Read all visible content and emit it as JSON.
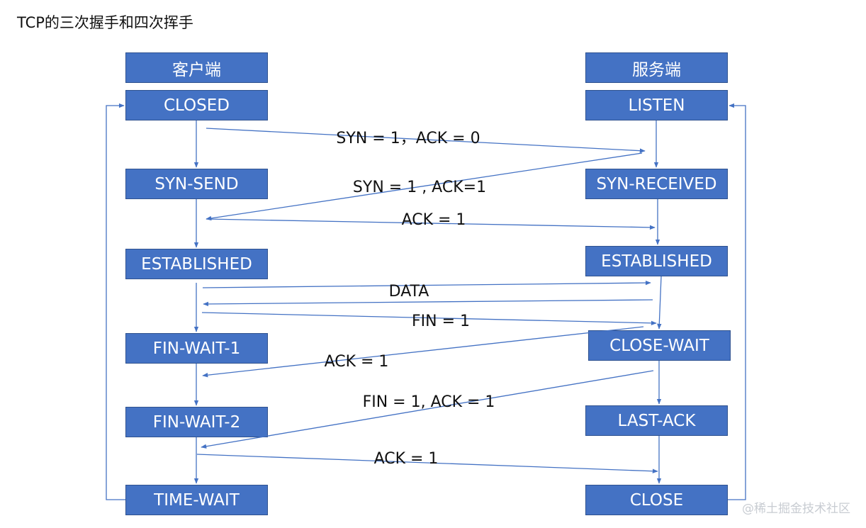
{
  "title": "TCP的三次握手和四次挥手",
  "client": {
    "header": "客户端",
    "states": [
      "CLOSED",
      "SYN-SEND",
      "ESTABLISHED",
      "FIN-WAIT-1",
      "FIN-WAIT-2",
      "TIME-WAIT"
    ]
  },
  "server": {
    "header": "服务端",
    "states": [
      "LISTEN",
      "SYN-RECEIVED",
      "ESTABLISHED",
      "CLOSE-WAIT",
      "LAST-ACK",
      "CLOSE"
    ]
  },
  "messages": [
    "SYN = 1，ACK = 0",
    "SYN = 1 , ACK=1",
    "ACK = 1",
    "DATA",
    "FIN = 1",
    "ACK = 1",
    "FIN = 1, ACK = 1",
    "ACK = 1"
  ],
  "watermark": "@稀土掘金技术社区",
  "colors": {
    "box_fill": "#4472C4",
    "box_border": "#2F528F",
    "line": "#4472C4"
  }
}
